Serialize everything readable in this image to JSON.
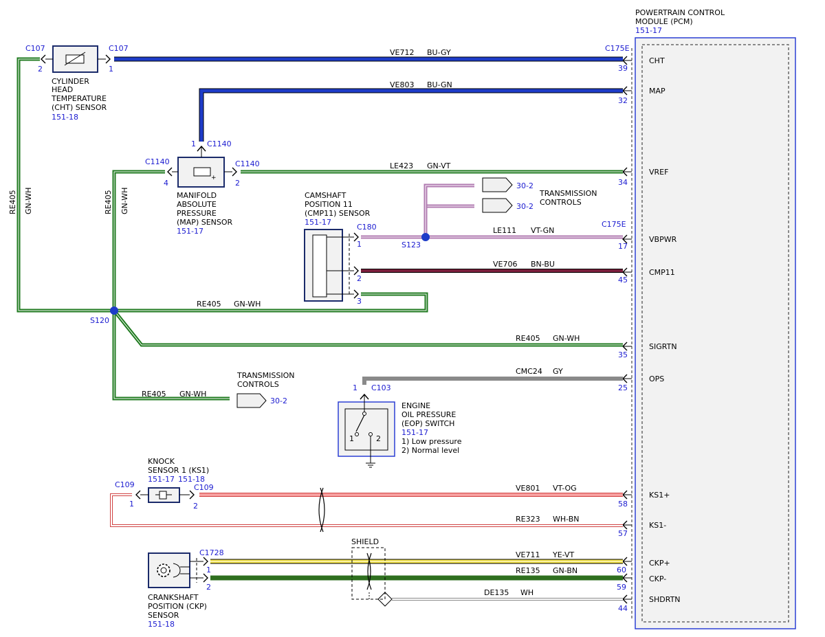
{
  "pcm": {
    "title_line1": "POWERTRAIN CONTROL",
    "title_line2": "MODULE (PCM)",
    "ref": "151-17",
    "connector_top": "C175E",
    "connector_mid": "C175E",
    "pins": [
      {
        "label": "CHT",
        "num": "39"
      },
      {
        "label": "MAP",
        "num": "32"
      },
      {
        "label": "VREF",
        "num": "34"
      },
      {
        "label": "VBPWR",
        "num": "17"
      },
      {
        "label": "CMP11",
        "num": "45"
      },
      {
        "label": "SIGRTN",
        "num": "35"
      },
      {
        "label": "OPS",
        "num": "25"
      },
      {
        "label": "KS1+",
        "num": "58"
      },
      {
        "label": "KS1-",
        "num": "57"
      },
      {
        "label": "CKP+",
        "num": "60"
      },
      {
        "label": "CKP-",
        "num": "59"
      },
      {
        "label": "SHDRTN",
        "num": "44"
      }
    ]
  },
  "wires": {
    "cht": {
      "circuit": "VE712",
      "color": "BU-GY"
    },
    "map": {
      "circuit": "VE803",
      "color": "BU-GN"
    },
    "vref": {
      "circuit": "LE423",
      "color": "GN-VT"
    },
    "vbpwr": {
      "circuit": "LE111",
      "color": "VT-GN"
    },
    "cmp": {
      "circuit": "VE706",
      "color": "BN-BU"
    },
    "re405_cmp": {
      "circuit": "RE405",
      "color": "GN-WH"
    },
    "sigrtn": {
      "circuit": "RE405",
      "color": "GN-WH"
    },
    "trans": {
      "circuit": "RE405",
      "color": "GN-WH"
    },
    "left_vert": {
      "circuit": "RE405",
      "color": "GN-WH"
    },
    "mid_vert": {
      "circuit": "RE405",
      "color": "GN-WH"
    },
    "ops": {
      "circuit": "CMC24",
      "color": "GY"
    },
    "ks_pos": {
      "circuit": "VE801",
      "color": "VT-OG"
    },
    "ks_neg": {
      "circuit": "RE323",
      "color": "WH-BN"
    },
    "ckp_pos": {
      "circuit": "VE711",
      "color": "YE-VT"
    },
    "ckp_neg": {
      "circuit": "RE135",
      "color": "GN-BN"
    },
    "shield": {
      "circuit": "DE135",
      "color": "WH"
    }
  },
  "cht_sensor": {
    "line1": "CYLINDER",
    "line2": "HEAD",
    "line3": "TEMPERATURE",
    "line4": "(CHT) SENSOR",
    "ref": "151-18",
    "conn_left": "C107",
    "conn_right": "C107",
    "pin_left": "2",
    "pin_right": "1"
  },
  "map_sensor": {
    "line1": "MANIFOLD",
    "line2": "ABSOLUTE",
    "line3": "PRESSURE",
    "line4": "(MAP) SENSOR",
    "ref": "151-17",
    "conn_top": "C1140",
    "conn_left": "C1140",
    "conn_right": "C1140",
    "pin_top": "1",
    "pin_left": "4",
    "pin_right": "2"
  },
  "cmp_sensor": {
    "line1": "CAMSHAFT",
    "line2": "POSITION 11",
    "line3": "(CMP11) SENSOR",
    "ref": "151-17",
    "conn": "C180",
    "pins": [
      "1",
      "2",
      "3"
    ]
  },
  "splices": {
    "s123": "S123",
    "s120": "S120"
  },
  "trans_controls": {
    "line1": "TRANSMISSION",
    "line2": "CONTROLS",
    "ref_a": "30-2",
    "ref_b": "30-2",
    "ref_c": "30-2"
  },
  "eop_switch": {
    "line1": "ENGINE",
    "line2": "OIL PRESSURE",
    "line3": "(EOP) SWITCH",
    "ref": "151-17",
    "note1": "1) Low pressure",
    "note2": "2) Normal level",
    "conn": "C103",
    "pin": "1",
    "sw1": "1",
    "sw2": "2"
  },
  "knock_sensor": {
    "line1": "KNOCK",
    "line2": "SENSOR 1 (KS1)",
    "ref_a": "151-17",
    "ref_b": "151-18",
    "conn_left": "C109",
    "conn_right": "C109",
    "pin_left": "1",
    "pin_right": "2"
  },
  "ckp_sensor": {
    "line1": "CRANKSHAFT",
    "line2": "POSITION (CKP)",
    "line3": "SENSOR",
    "ref": "151-18",
    "conn": "C1728",
    "pin1": "1",
    "pin2": "2"
  },
  "shield_label": "SHIELD",
  "colors": {
    "blue_wire": "#1e3cc8",
    "green_wire": "#1f7a1f",
    "violet_wire": "#b07ab0",
    "brown_wire": "#7a1f3c",
    "gray_wire": "#8a8a8a",
    "pink_wire": "#f08080",
    "yellow_wire": "#f0e040",
    "dark_green_wire": "#2f6f1f",
    "label_blue": "#1a1ad0",
    "module_outline": "#2b3fd4"
  }
}
